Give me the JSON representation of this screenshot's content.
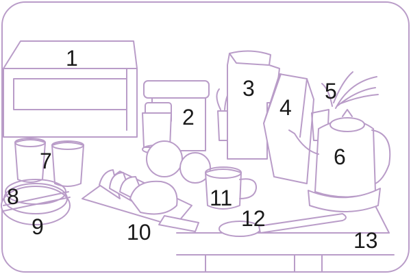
{
  "theme": {
    "stroke": "#b99cc8",
    "label_color": "#1a1a1a"
  },
  "labels": {
    "toaster_oven": "1",
    "coffee_maker": "2",
    "pitcher": "3",
    "milk_carton": "4",
    "plant": "5",
    "kettle": "6",
    "cups": "7",
    "chopsticks": "8",
    "plates": "9",
    "cutting_board": "10",
    "mug": "11",
    "spoon": "12",
    "table": "13"
  }
}
